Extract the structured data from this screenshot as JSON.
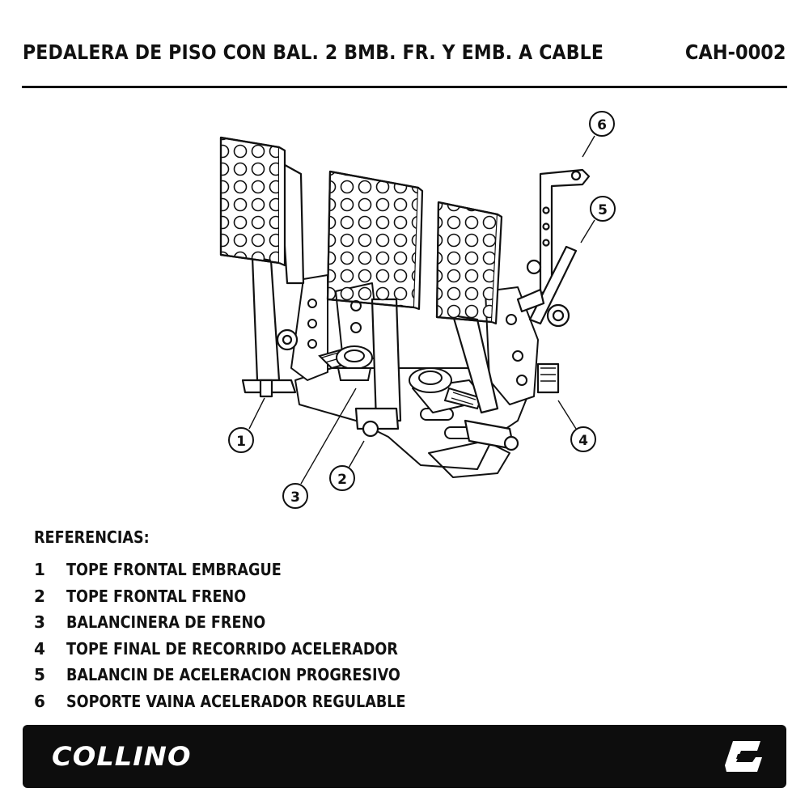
{
  "header": {
    "title": "PEDALERA DE PISO CON BAL. 2 BMB. FR. Y EMB. A CABLE",
    "code": "CAH-0002"
  },
  "callouts": [
    "1",
    "2",
    "3",
    "4",
    "5",
    "6"
  ],
  "references": {
    "title": "REFERENCIAS:",
    "items": [
      {
        "num": "1",
        "text": "TOPE FRONTAL EMBRAGUE"
      },
      {
        "num": "2",
        "text": "TOPE FRONTAL FRENO"
      },
      {
        "num": "3",
        "text": "BALANCINERA DE FRENO"
      },
      {
        "num": "4",
        "text": "TOPE FINAL DE RECORRIDO ACELERADOR"
      },
      {
        "num": "5",
        "text": "BALANCIN DE ACELERACION PROGRESIVO"
      },
      {
        "num": "6",
        "text": "SOPORTE VAINA ACELERADOR REGULABLE"
      }
    ]
  },
  "footer": {
    "brand": "COLLINO",
    "logo_icon": "collino-c-logo-icon"
  },
  "colors": {
    "ink": "#111111",
    "footer_bg": "#0d0d0d",
    "footer_text": "#ffffff",
    "paper": "#ffffff"
  }
}
